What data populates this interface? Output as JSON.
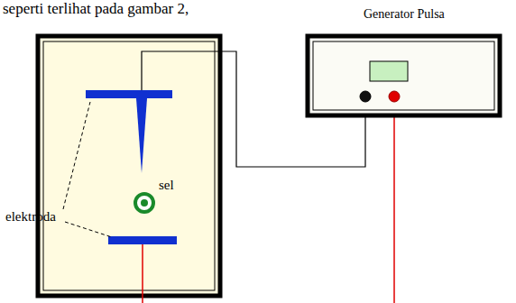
{
  "diagram": {
    "nodes": [
      {
        "text": [
          "sel"
        ]
      },
      {
        "text": [
          "Generator Pulsa"
        ]
      }
    ],
    "labels": [
      "seperti terlihat pada gambar 2,",
      "elektroda"
    ]
  }
}
